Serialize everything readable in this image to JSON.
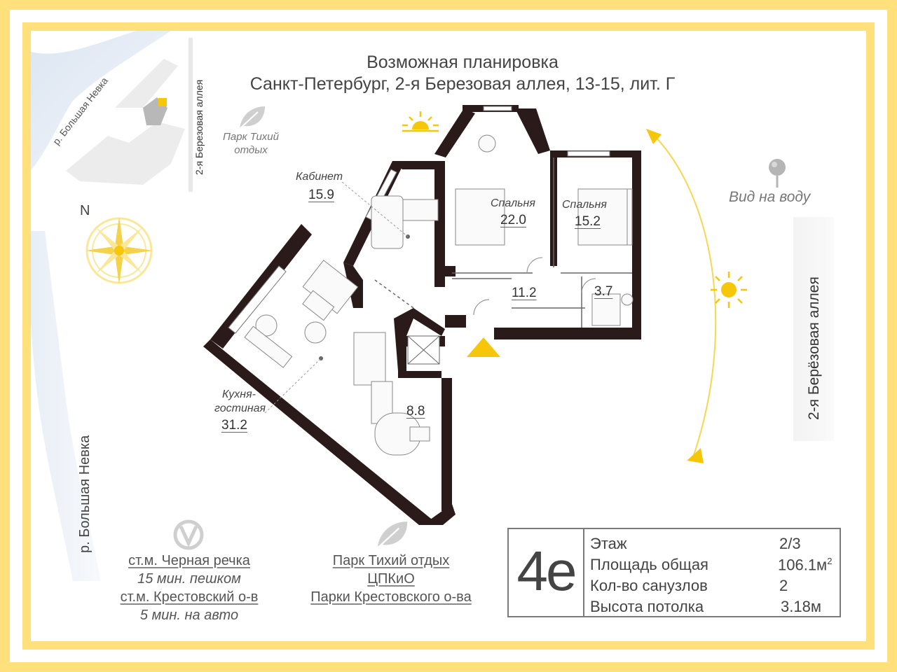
{
  "header": {
    "line1": "Возможная планировка",
    "line2": "Санкт-Петербург, 2-я Березовая аллея, 13-15, лит. Г"
  },
  "mini_map": {
    "river_label": "р. Большая Невка",
    "street_label": "2-я Березовая аллея",
    "park_label_1": "Парк Тихий",
    "park_label_2": "отдых"
  },
  "compass": {
    "north": "N"
  },
  "view": {
    "label": "Вид на воду"
  },
  "left_river": {
    "label": "р. Большая Невка"
  },
  "right_street": {
    "label": "2-я Берёзовая аллея"
  },
  "rooms": {
    "office": {
      "label": "Кабинет",
      "area": "15.9"
    },
    "bedroom1": {
      "label": "Спальня",
      "area": "22.0"
    },
    "bedroom2": {
      "label": "Спальня",
      "area": "15.2"
    },
    "hall": {
      "area": "11.2"
    },
    "bath_small": {
      "area": "3.7"
    },
    "kitchen": {
      "label_1": "Кухня-",
      "label_2": "гостиная",
      "area": "31.2"
    },
    "bath_big": {
      "area": "8.8"
    }
  },
  "metro": {
    "line1": "ст.м. Черная речка",
    "line2": "15 мин. пешком",
    "line3": "ст.м. Крестовский о-в",
    "line4": "5 мин. на авто"
  },
  "parks": {
    "line1": "Парк Тихий отдых",
    "line2": "ЦПКиО",
    "line3": "Парки Крестовского о-ва"
  },
  "info": {
    "type": "4е",
    "rows": [
      {
        "label": "Этаж",
        "value": "2/3"
      },
      {
        "label": "Площадь общая",
        "value": "106.1м",
        "sup": "2"
      },
      {
        "label": "Кол-во санузлов",
        "value": "2"
      },
      {
        "label": "Высота потолка",
        "value": "3.18м"
      }
    ]
  },
  "colors": {
    "accent": "#ffe07a",
    "sun": "#f6c60b",
    "wall": "#2b1a1a"
  },
  "icons": [
    "leaf-icon",
    "sun-icon",
    "compass-icon",
    "pin-icon",
    "metro-icon",
    "entrance-arrow-icon"
  ]
}
